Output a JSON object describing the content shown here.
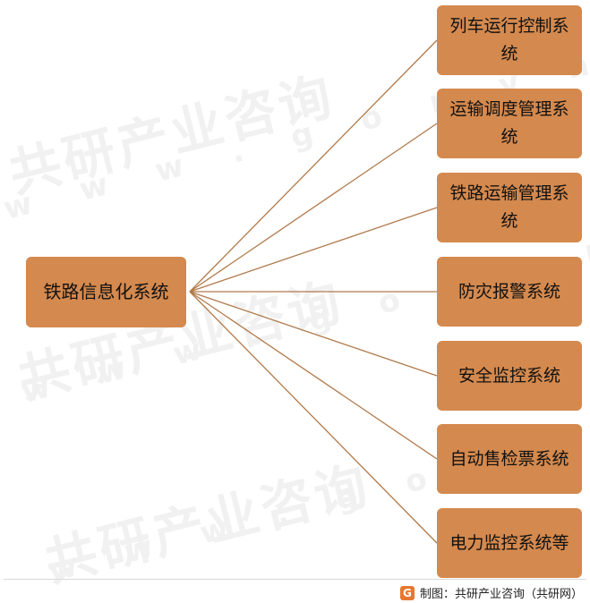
{
  "diagram": {
    "root": {
      "label": "铁路信息化系统"
    },
    "children": [
      {
        "label": "列车运行控制系统"
      },
      {
        "label": "运输调度管理系统"
      },
      {
        "label": "铁路运输管理系统"
      },
      {
        "label": "防灾报警系统"
      },
      {
        "label": "安全监控系统"
      },
      {
        "label": "自动售检票系统"
      },
      {
        "label": "电力监控系统等"
      }
    ],
    "colors": {
      "box_fill": "#d4894e",
      "connector": "#b07a4a",
      "text": "#111111"
    }
  },
  "watermark": {
    "brand": "共研产业咨询",
    "url": "w w w . g o n y n . c o m"
  },
  "footer": {
    "logo_glyph": "G",
    "caption": "制图：共研产业咨询（共研网）"
  }
}
